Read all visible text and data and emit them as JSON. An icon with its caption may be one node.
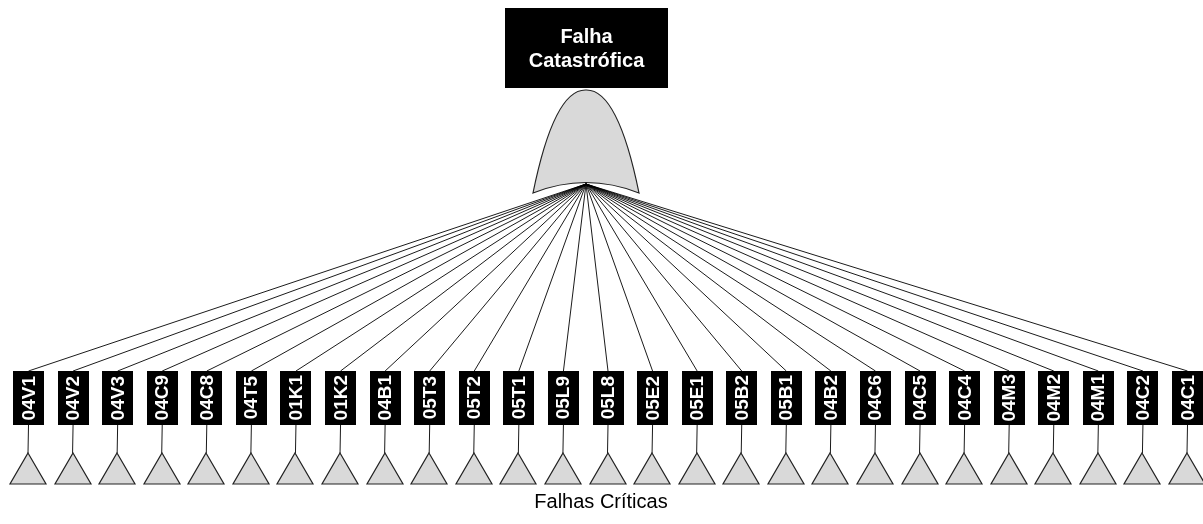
{
  "diagram": {
    "nodes": [
      {
        "text": [
          "Falha Catastrófica"
        ]
      },
      {
        "text": [],
        "shape": "gate"
      },
      {
        "text": [
          "04V1"
        ]
      },
      {
        "text": [
          "04V2"
        ]
      },
      {
        "text": [
          "04V3"
        ]
      },
      {
        "text": [
          "04C9"
        ]
      },
      {
        "text": [
          "04C8"
        ]
      },
      {
        "text": [
          "04T5"
        ]
      },
      {
        "text": [
          "01K1"
        ]
      },
      {
        "text": [
          "01K2"
        ]
      },
      {
        "text": [
          "04B1"
        ]
      },
      {
        "text": [
          "05T3"
        ]
      },
      {
        "text": [
          "05T2"
        ]
      },
      {
        "text": [
          "05T1"
        ]
      },
      {
        "text": [
          "05L9"
        ]
      },
      {
        "text": [
          "05L8"
        ]
      },
      {
        "text": [
          "05E2"
        ]
      },
      {
        "text": [
          "05E1"
        ]
      },
      {
        "text": [
          "05B2"
        ]
      },
      {
        "text": [
          "05B1"
        ]
      },
      {
        "text": [
          "04B2"
        ]
      },
      {
        "text": [
          "04C6"
        ]
      },
      {
        "text": [
          "04C5"
        ]
      },
      {
        "text": [
          "04C4"
        ]
      },
      {
        "text": [
          "04M3"
        ]
      },
      {
        "text": [
          "04M2"
        ]
      },
      {
        "text": [
          "04M1"
        ]
      },
      {
        "text": [
          "04C2"
        ]
      },
      {
        "text": [
          "04C1"
        ]
      },
      {
        "text": [],
        "shape": "triangle"
      },
      {
        "text": [],
        "shape": "triangle"
      },
      {
        "text": [],
        "shape": "triangle"
      },
      {
        "text": [],
        "shape": "triangle"
      },
      {
        "text": [],
        "shape": "triangle"
      },
      {
        "text": [],
        "shape": "triangle"
      },
      {
        "text": [],
        "shape": "triangle"
      },
      {
        "text": [],
        "shape": "triangle"
      },
      {
        "text": [],
        "shape": "triangle"
      },
      {
        "text": [],
        "shape": "triangle"
      },
      {
        "text": [],
        "shape": "triangle"
      },
      {
        "text": [],
        "shape": "triangle"
      },
      {
        "text": [],
        "shape": "triangle"
      },
      {
        "text": [],
        "shape": "triangle"
      },
      {
        "text": [],
        "shape": "triangle"
      },
      {
        "text": [],
        "shape": "triangle"
      },
      {
        "text": [],
        "shape": "triangle"
      },
      {
        "text": [],
        "shape": "triangle"
      },
      {
        "text": [],
        "shape": "triangle"
      },
      {
        "text": [],
        "shape": "triangle"
      },
      {
        "text": [],
        "shape": "triangle"
      },
      {
        "text": [],
        "shape": "triangle"
      },
      {
        "text": [],
        "shape": "triangle"
      },
      {
        "text": [],
        "shape": "triangle"
      },
      {
        "text": [],
        "shape": "triangle"
      },
      {
        "text": [],
        "shape": "triangle"
      },
      {
        "text": [],
        "shape": "triangle"
      }
    ],
    "edges": [
      {
        "from": 1,
        "to": 2,
        "arrow": "none"
      },
      {
        "from": 1,
        "to": 3,
        "arrow": "none"
      },
      {
        "from": 1,
        "to": 4,
        "arrow": "none"
      },
      {
        "from": 1,
        "to": 5,
        "arrow": "none"
      },
      {
        "from": 1,
        "to": 6,
        "arrow": "none"
      },
      {
        "from": 1,
        "to": 7,
        "arrow": "none"
      },
      {
        "from": 1,
        "to": 8,
        "arrow": "none"
      },
      {
        "from": 1,
        "to": 9,
        "arrow": "none"
      },
      {
        "from": 1,
        "to": 10,
        "arrow": "none"
      },
      {
        "from": 1,
        "to": 11,
        "arrow": "none"
      },
      {
        "from": 1,
        "to": 12,
        "arrow": "none"
      },
      {
        "from": 1,
        "to": 13,
        "arrow": "none"
      },
      {
        "from": 1,
        "to": 14,
        "arrow": "none"
      },
      {
        "from": 1,
        "to": 15,
        "arrow": "none"
      },
      {
        "from": 1,
        "to": 16,
        "arrow": "none"
      },
      {
        "from": 1,
        "to": 17,
        "arrow": "none"
      },
      {
        "from": 1,
        "to": 18,
        "arrow": "none"
      },
      {
        "from": 1,
        "to": 19,
        "arrow": "none"
      },
      {
        "from": 1,
        "to": 20,
        "arrow": "none"
      },
      {
        "from": 1,
        "to": 21,
        "arrow": "none"
      },
      {
        "from": 1,
        "to": 22,
        "arrow": "none"
      },
      {
        "from": 1,
        "to": 23,
        "arrow": "none"
      },
      {
        "from": 1,
        "to": 24,
        "arrow": "none"
      },
      {
        "from": 1,
        "to": 25,
        "arrow": "none"
      },
      {
        "from": 1,
        "to": 26,
        "arrow": "none"
      },
      {
        "from": 1,
        "to": 27,
        "arrow": "none"
      },
      {
        "from": 1,
        "to": 28,
        "arrow": "none"
      },
      {
        "from": 2,
        "to": 29,
        "arrow": "none"
      },
      {
        "from": 3,
        "to": 30,
        "arrow": "none"
      },
      {
        "from": 4,
        "to": 31,
        "arrow": "none"
      },
      {
        "from": 5,
        "to": 32,
        "arrow": "none"
      },
      {
        "from": 6,
        "to": 33,
        "arrow": "none"
      },
      {
        "from": 7,
        "to": 34,
        "arrow": "none"
      },
      {
        "from": 8,
        "to": 35,
        "arrow": "none"
      },
      {
        "from": 9,
        "to": 36,
        "arrow": "none"
      },
      {
        "from": 10,
        "to": 37,
        "arrow": "none"
      },
      {
        "from": 11,
        "to": 38,
        "arrow": "none"
      },
      {
        "from": 12,
        "to": 39,
        "arrow": "none"
      },
      {
        "from": 13,
        "to": 40,
        "arrow": "none"
      },
      {
        "from": 14,
        "to": 41,
        "arrow": "none"
      },
      {
        "from": 15,
        "to": 42,
        "arrow": "none"
      },
      {
        "from": 16,
        "to": 43,
        "arrow": "none"
      },
      {
        "from": 17,
        "to": 44,
        "arrow": "none"
      },
      {
        "from": 18,
        "to": 45,
        "arrow": "none"
      },
      {
        "from": 19,
        "to": 46,
        "arrow": "none"
      },
      {
        "from": 20,
        "to": 47,
        "arrow": "none"
      },
      {
        "from": 21,
        "to": 48,
        "arrow": "none"
      },
      {
        "from": 22,
        "to": 49,
        "arrow": "none"
      },
      {
        "from": 23,
        "to": 50,
        "arrow": "none"
      },
      {
        "from": 24,
        "to": 51,
        "arrow": "none"
      },
      {
        "from": 25,
        "to": 52,
        "arrow": "none"
      },
      {
        "from": 26,
        "to": 53,
        "arrow": "none"
      },
      {
        "from": 27,
        "to": 54,
        "arrow": "none"
      },
      {
        "from": 28,
        "to": 55,
        "arrow": "none"
      }
    ],
    "labels": [
      "Falhas Críticas"
    ]
  }
}
